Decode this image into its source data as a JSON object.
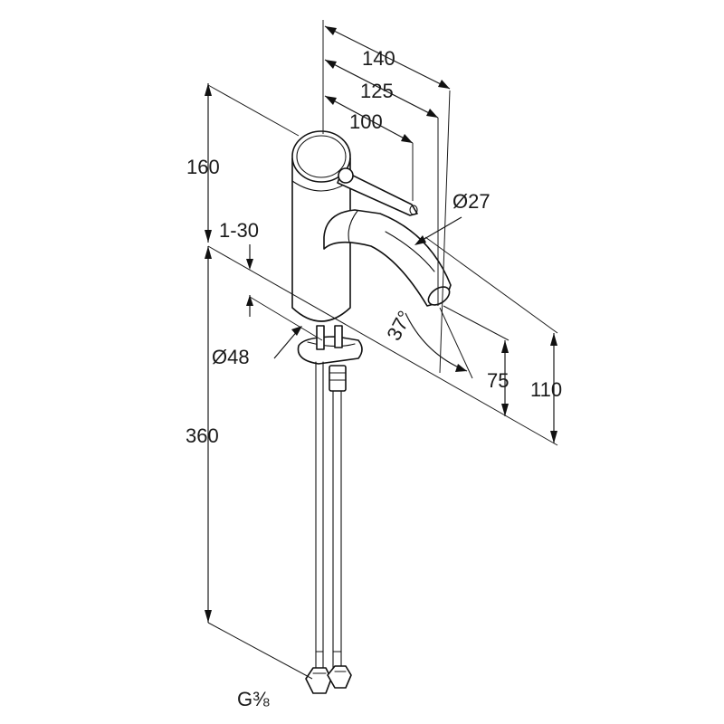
{
  "dimensions": {
    "overall_projection": "140",
    "spout_projection": "125",
    "lever_projection": "100",
    "body_height": "160",
    "clamping_range": "1-30",
    "body_diameter": "Ø48",
    "spout_diameter": "Ø27",
    "spout_angle": "37°",
    "outlet_height": "75",
    "spout_top_height": "110",
    "hose_length": "360",
    "connection_thread": "G⅜"
  },
  "colors": {
    "line": "#111111",
    "background": "#ffffff"
  }
}
